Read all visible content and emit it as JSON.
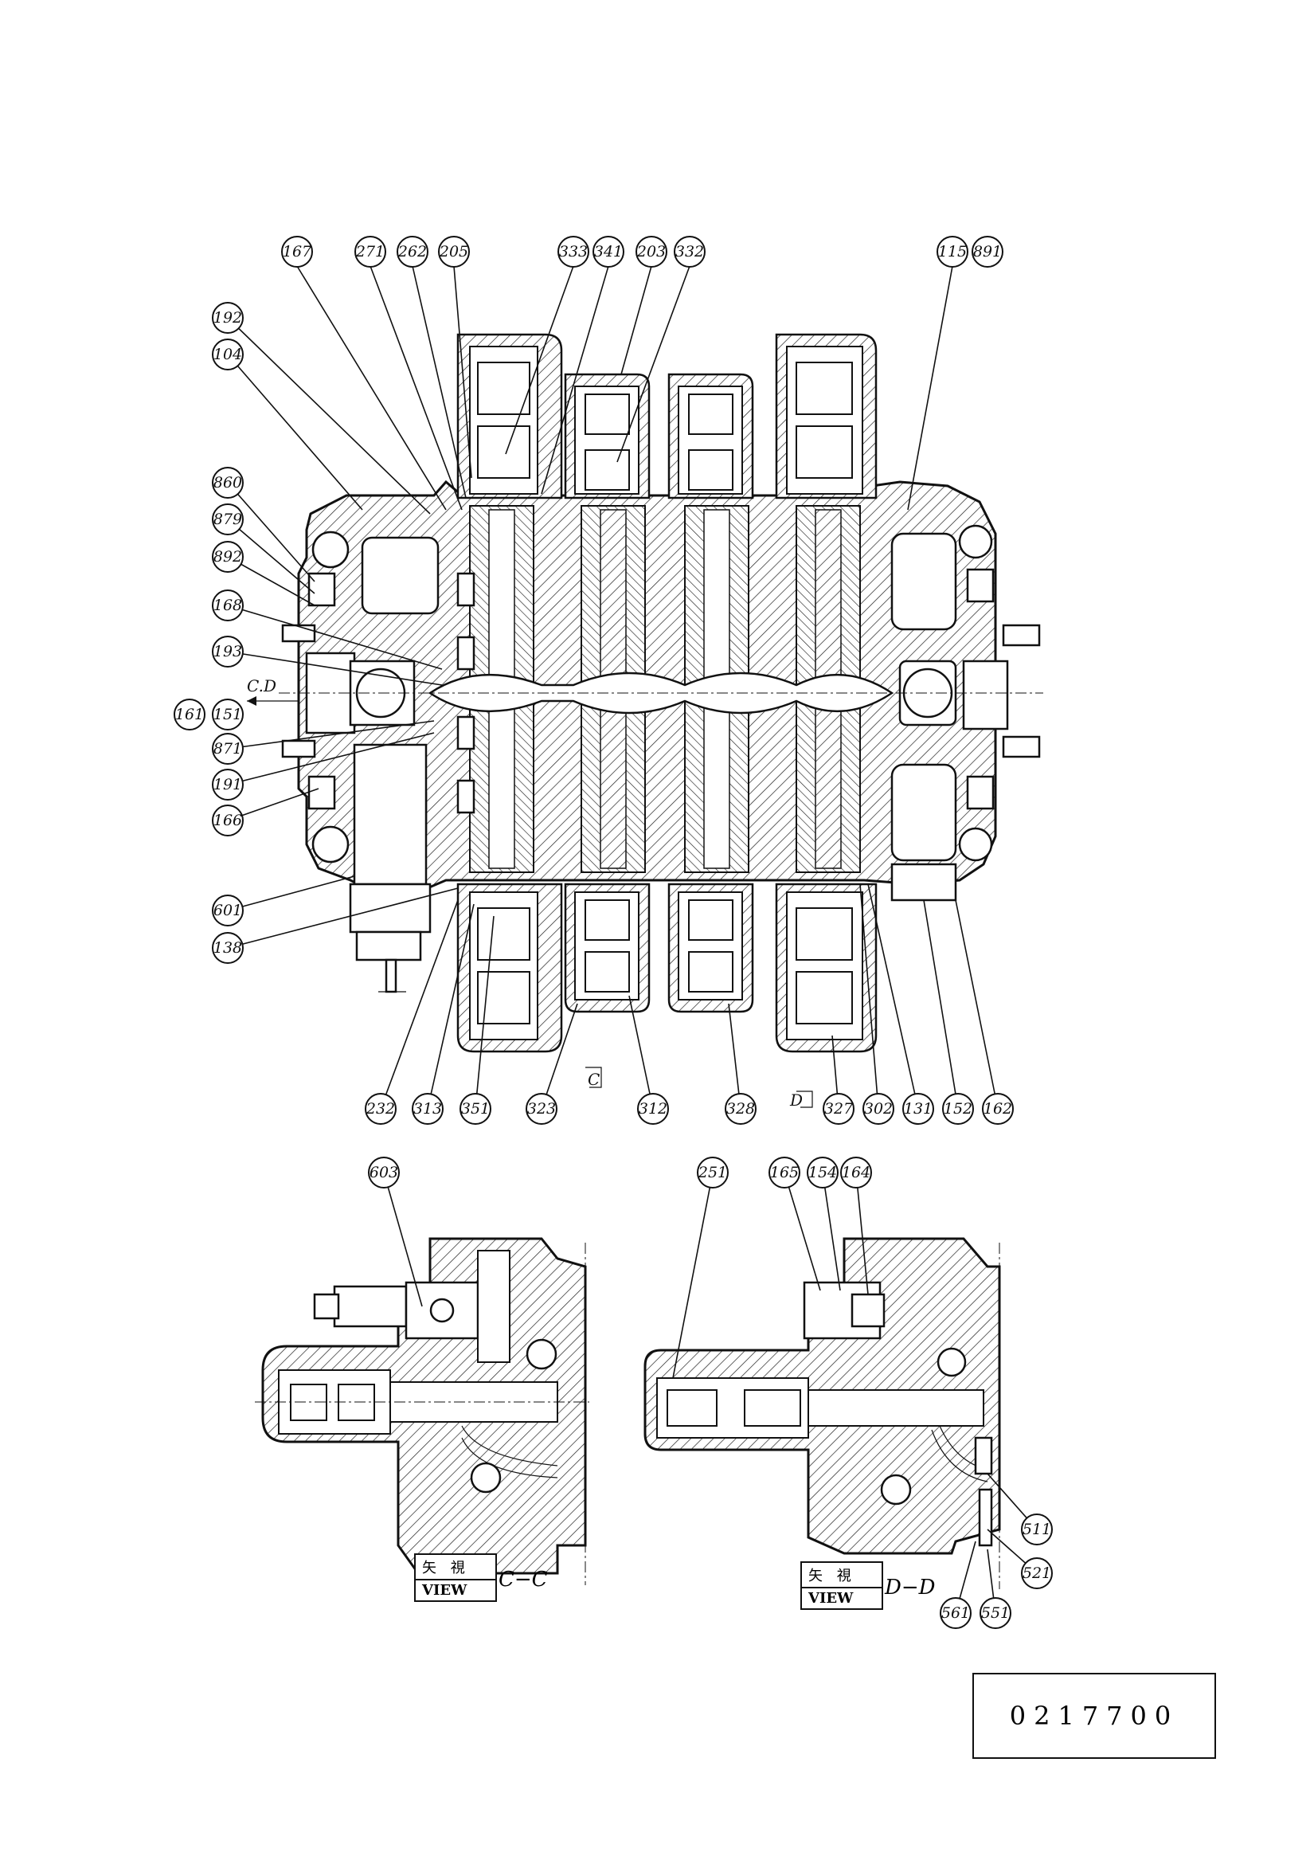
{
  "main_view": {
    "callouts": [
      "167",
      "271",
      "262",
      "205",
      "333",
      "341",
      "203",
      "332",
      "115",
      "891",
      "192",
      "104",
      "860",
      "879",
      "892",
      "168",
      "193",
      "161",
      "151",
      "871",
      "191",
      "166",
      "601",
      "138",
      "232",
      "313",
      "351",
      "323",
      "312",
      "328",
      "327",
      "302",
      "131",
      "152",
      "162"
    ],
    "flow_arrow_label": "C.D",
    "section_marks": [
      "C",
      "D"
    ]
  },
  "view_cc": {
    "callouts": [
      "603"
    ],
    "label_kanji": "矢 視",
    "label_en": "VIEW",
    "label_section": "C−C"
  },
  "view_dd": {
    "callouts": [
      "251",
      "165",
      "154",
      "164",
      "511",
      "521",
      "561",
      "551"
    ],
    "label_kanji": "矢 視",
    "label_en": "VIEW",
    "label_section": "D−D"
  },
  "drawing_number": "0217700"
}
